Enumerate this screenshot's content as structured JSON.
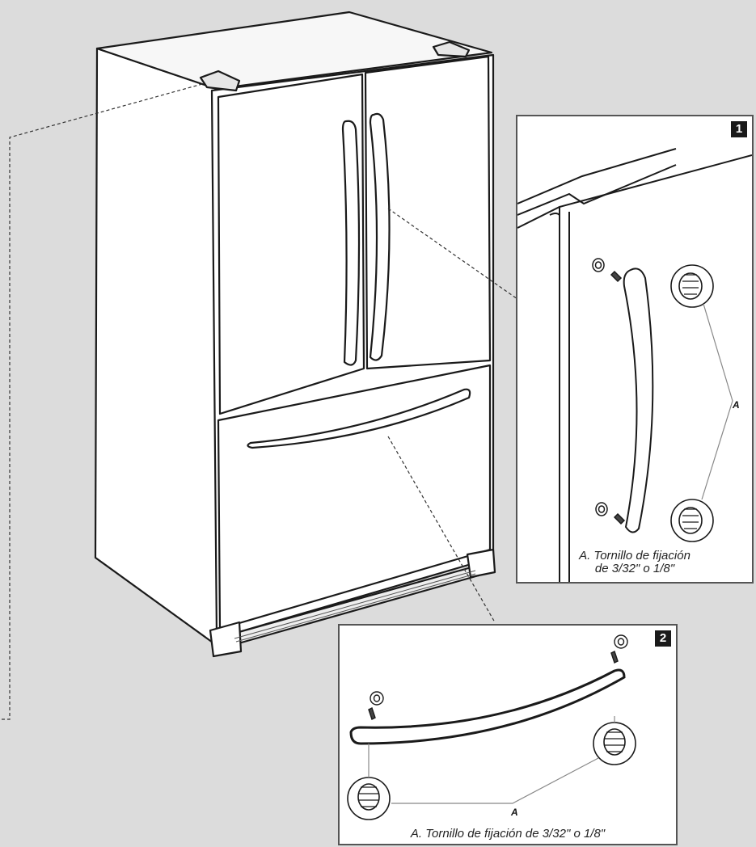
{
  "colors": {
    "background": "#dcdcdc",
    "panel": "#ffffff",
    "stroke": "#1a1a1a",
    "badge": "#1a1a1a"
  },
  "panel1": {
    "step": "1",
    "callout_letter": "A",
    "caption_line1": "A. Tornillo de fijación",
    "caption_line2": "de 3/32\" o 1/8\""
  },
  "panel2": {
    "step": "2",
    "callout_letter": "A",
    "caption": "A. Tornillo de fijación de 3/32\" o 1/8\""
  }
}
